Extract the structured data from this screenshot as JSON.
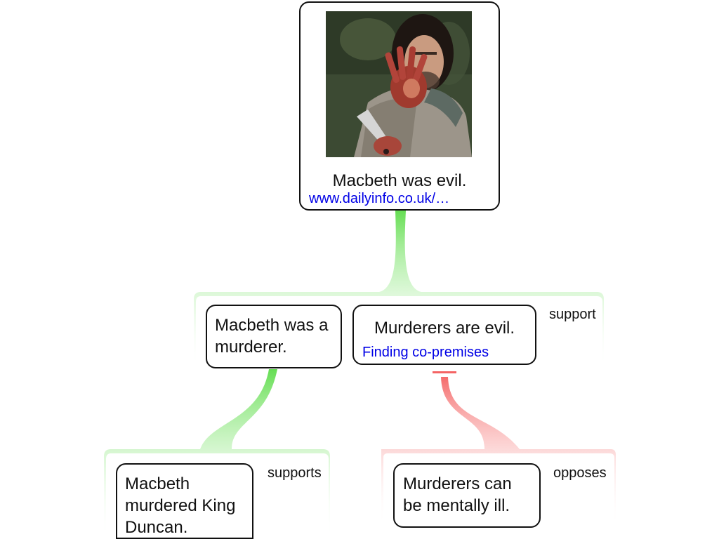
{
  "colors": {
    "support": "#5ddc4a",
    "oppose": "#f46464",
    "link": "#0000e6",
    "border": "#111111"
  },
  "main_claim": {
    "text": "Macbeth was evil.",
    "link": "www.dailyinfo.co.uk/…",
    "image": "actor-with-bloody-hand-photo"
  },
  "group_support": {
    "label": "support",
    "premise_1": "Macbeth was a murderer.",
    "premise_2": {
      "text": "Murderers are evil.",
      "link": "Finding co-premises"
    }
  },
  "group_supports": {
    "label": "supports",
    "claim": "Macbeth murdered King Duncan."
  },
  "group_opposes": {
    "label": "opposes",
    "claim": "Murderers can be mentally ill."
  }
}
